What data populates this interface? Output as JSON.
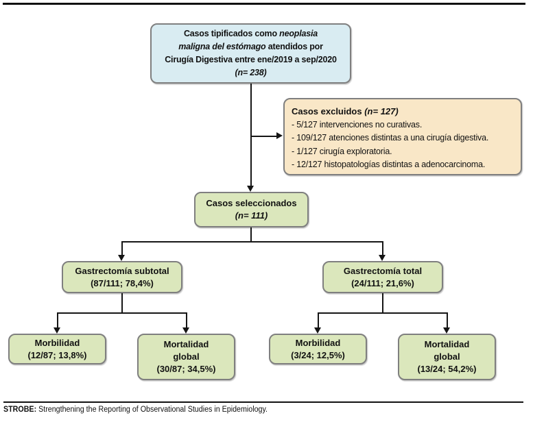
{
  "colors": {
    "box_border": "#7f7f7f",
    "blue_fill": "#d9ecf2",
    "green_fill": "#dbe7bc",
    "cream_fill": "#f9e7c7",
    "line": "#151515"
  },
  "top_box": {
    "l1_regular": "Casos tipificados como ",
    "l1_italic": "neoplasia",
    "l2_italic": "maligna del estómago",
    "l2_regular": " atendidos por",
    "l3": "Cirugía Digestiva entre ene/2019 a sep/2020",
    "n": "(n= 238)"
  },
  "exclusion_box": {
    "title": "Casos excluidos ",
    "n": "(n= 127)",
    "items": [
      "- 5/127 intervenciones no curativas.",
      "- 109/127 atenciones distintas a una cirugía digestiva.",
      "- 1/127 cirugía exploratoria.",
      "- 12/127 histopatologías distintas a adenocarcinoma."
    ]
  },
  "selected_box": {
    "title": "Casos seleccionados",
    "n": "(n= 111)"
  },
  "subtotal_box": {
    "title": "Gastrectomía subtotal",
    "value": "(87/111; 78,4%)"
  },
  "total_box": {
    "title": "Gastrectomía total",
    "value": "(24/111; 21,6%)"
  },
  "morbidity_subtotal_box": {
    "title": "Morbilidad",
    "value": "(12/87; 13,8%)"
  },
  "mortality_subtotal_box": {
    "title": "Mortalidad",
    "title2": "global",
    "value": "(30/87; 34,5%)"
  },
  "morbidity_total_box": {
    "title": "Morbilidad",
    "value": "(3/24; 12,5%)"
  },
  "mortality_total_box": {
    "title": "Mortalidad",
    "title2": "global",
    "value": "(13/24; 54,2%)"
  },
  "footer": {
    "label": "STROBE:",
    "text": " Strengthening the Reporting of Observational Studies in Epidemiology."
  }
}
